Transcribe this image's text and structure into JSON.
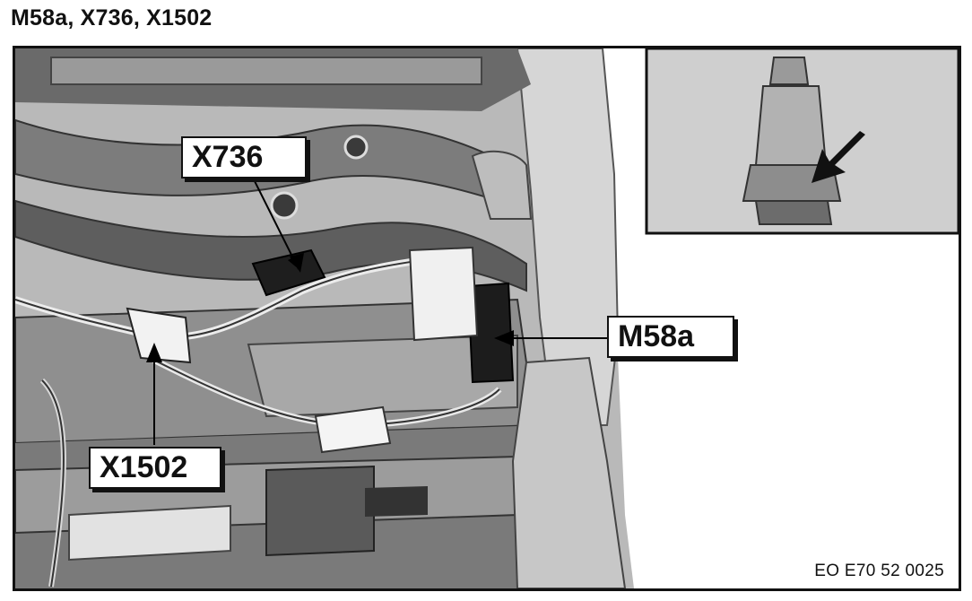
{
  "title": "M58a, X736, X1502",
  "callouts": {
    "x736": "X736",
    "m58a": "M58a",
    "x1502": "X1502"
  },
  "document_code": "EO E70 52 0025",
  "colors": {
    "frame": "#111111",
    "photo_dark": "#3c3c3c",
    "photo_mid": "#8a8a8a",
    "photo_light": "#c4c4c4",
    "inset_bg": "#cfcfcf"
  }
}
